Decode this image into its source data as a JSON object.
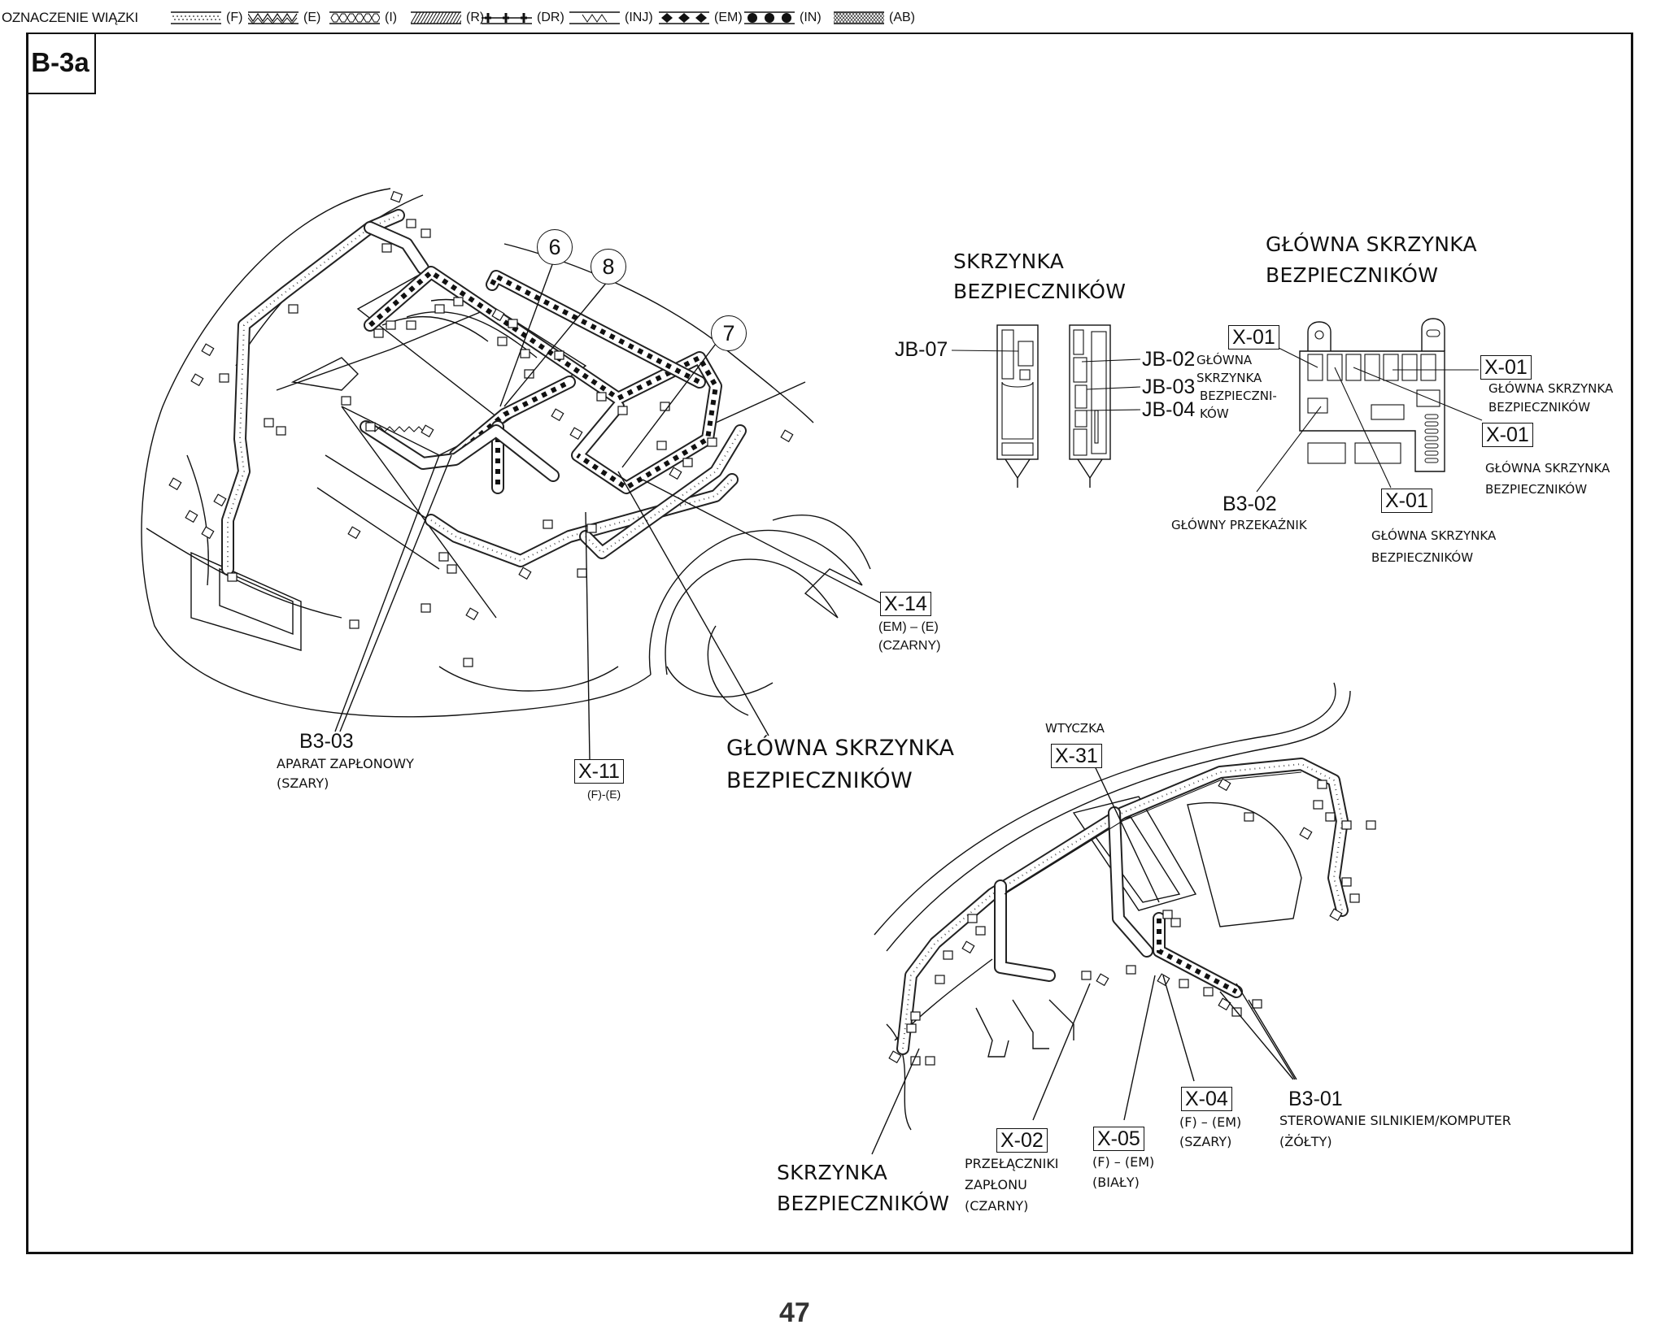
{
  "legend": {
    "title": "OZNACZENIE WIĄZKI",
    "items": [
      {
        "code": "(F)",
        "pattern": "dotted"
      },
      {
        "code": "(E)",
        "pattern": "zigzag"
      },
      {
        "code": "(I)",
        "pattern": "hexagon"
      },
      {
        "code": "(R)",
        "pattern": "diagonal-hatch"
      },
      {
        "code": "(DR)",
        "pattern": "crosses"
      },
      {
        "code": "(INJ)",
        "pattern": "wave"
      },
      {
        "code": "(EM)",
        "pattern": "diamonds"
      },
      {
        "code": "(IN)",
        "pattern": "circles"
      },
      {
        "code": "(AB)",
        "pattern": "crosshatch"
      }
    ]
  },
  "section_code": "B-3a",
  "engine_bay": {
    "callouts": [
      "6",
      "8",
      "7"
    ],
    "labels": {
      "b3_03": {
        "code": "B3-03",
        "name": "APARAT ZAPŁONOWY",
        "color": "(SZARY)"
      },
      "x_11": {
        "code": "X-11",
        "harness": "(F)-(E)"
      },
      "main_fuse_box": {
        "line1": "GŁÓWNA SKRZYNKA",
        "line2": "BEZPIECZNIKÓW"
      },
      "x_14": {
        "code": "X-14",
        "harness": "(EM) – (E)",
        "color": "(CZARNY)"
      }
    }
  },
  "fuse_box_panel": {
    "title_line1": "SKRZYNKA",
    "title_line2": "BEZPIECZNIKÓW",
    "jb_labels": [
      "JB-07",
      "JB-02",
      "JB-03",
      "JB-04"
    ],
    "side_note": [
      "GŁÓWNA",
      "SKRZYNKA",
      "BEZPIECZNI-",
      "KÓW"
    ]
  },
  "main_fuse_box_panel": {
    "title_line1": "GŁÓWNA SKRZYNKA",
    "title_line2": "BEZPIECZNIKÓW",
    "x01_labels": [
      {
        "code": "X-01"
      },
      {
        "code": "X-01",
        "line1": "GŁÓWNA SKRZYNKA",
        "line2": "BEZPIECZNIKÓW"
      },
      {
        "code": "X-01",
        "line1": "GŁÓWNA SKRZYNKA",
        "line2": "BEZPIECZNIKÓW"
      },
      {
        "code": "X-01",
        "line1": "GŁÓWNA SKRZYNKA",
        "line2": "BEZPIECZNIKÓW"
      }
    ],
    "b3_02": {
      "code": "B3-02",
      "name": "GŁÓWNY PRZEKAŹNIK"
    }
  },
  "dashboard": {
    "x_31": {
      "caption": "WTYCZKA",
      "code": "X-31"
    },
    "fuse_box": {
      "line1": "SKRZYNKA",
      "line2": "BEZPIECZNIKÓW"
    },
    "x_02": {
      "code": "X-02",
      "line1": "PRZEŁĄCZNIKI",
      "line2": "ZAPŁONU",
      "color": "(CZARNY)"
    },
    "x_05": {
      "code": "X-05",
      "harness": "(F) – (EM)",
      "color": "(BIAŁY)"
    },
    "x_04": {
      "code": "X-04",
      "harness": "(F) – (EM)",
      "color": "(SZARY)"
    },
    "b3_01": {
      "code": "B3-01",
      "name": "STEROWANIE SILNIKIEM/KOMPUTER",
      "color": "(ŻÓŁTY)"
    }
  },
  "page_number": "47"
}
